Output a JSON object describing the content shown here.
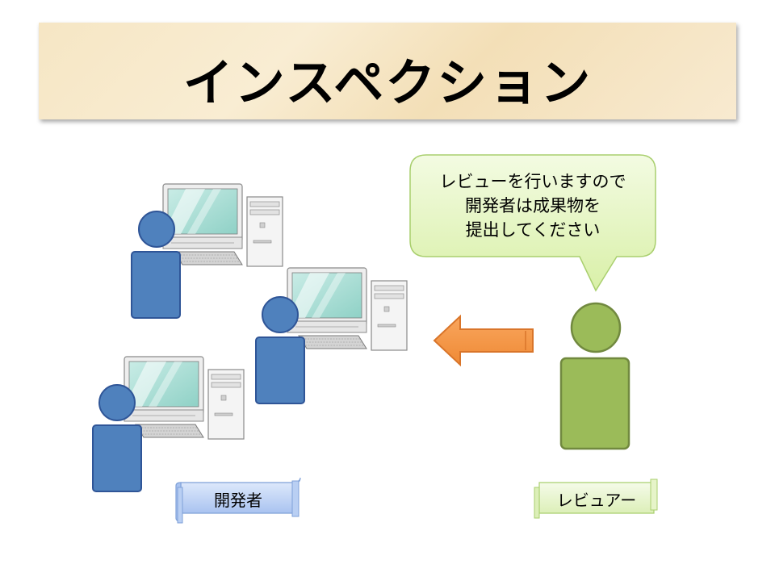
{
  "title": "インスペクション",
  "speech_bubble": {
    "lines": [
      "レビューを行いますので",
      "開発者は成果物を",
      "提出してください"
    ]
  },
  "labels": {
    "developer": "開発者",
    "reviewer": "レビュアー"
  },
  "colors": {
    "developer_person": "#4f81bd",
    "reviewer_person": "#9bbb59",
    "arrow": "#f79646",
    "bubble_fill": "#e9f7c8",
    "developer_scroll": "#c6d9f7",
    "reviewer_scroll": "#eaf6d5"
  },
  "icons": [
    "computer-monitor-icon",
    "computer-tower-icon",
    "keyboard-icon",
    "person-icon",
    "arrow-left-icon",
    "speech-bubble-icon",
    "scroll-banner-icon"
  ]
}
